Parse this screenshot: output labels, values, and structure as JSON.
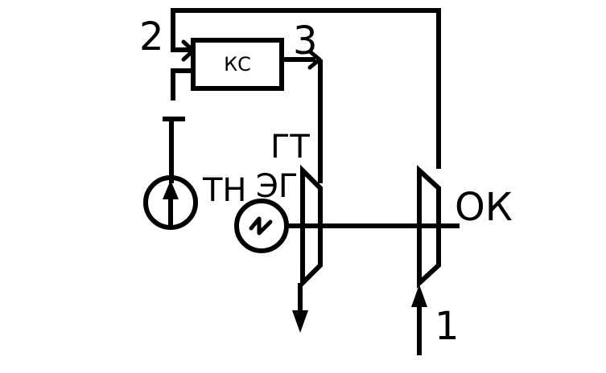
{
  "labels": {
    "point_1": "1",
    "point_2": "2",
    "point_3": "3",
    "combustion_chamber": "КС",
    "gas_turbine": "ГТ",
    "electric_generator": "ЭГ",
    "fuel_pump": "ТН",
    "compressor": "ОК"
  },
  "colors": {
    "line": "#000000",
    "background": "#ffffff"
  }
}
